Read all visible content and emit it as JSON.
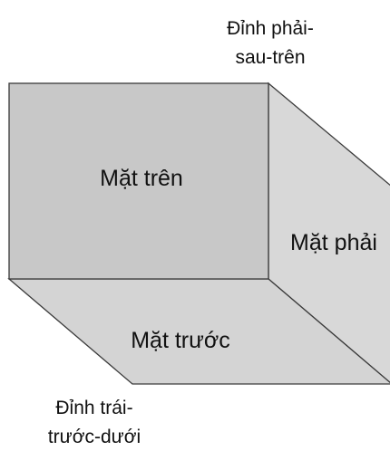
{
  "faces": {
    "top": {
      "label": "Mặt trên",
      "color": "#c8c8c8"
    },
    "right": {
      "label": "Mặt phải",
      "color": "#d8d8d8"
    },
    "front": {
      "label": "Mặt trước",
      "color": "#d4d4d4"
    }
  },
  "vertices": {
    "back_right_top": {
      "line1": "Đỉnh phải-",
      "line2": "sau-trên"
    },
    "front_left_bottom": {
      "line1": "Đỉnh trái-",
      "line2": "trước-dưới"
    }
  },
  "colors": {
    "edge": "#3a3a3a",
    "text": "#111111",
    "background": "#ffffff"
  }
}
